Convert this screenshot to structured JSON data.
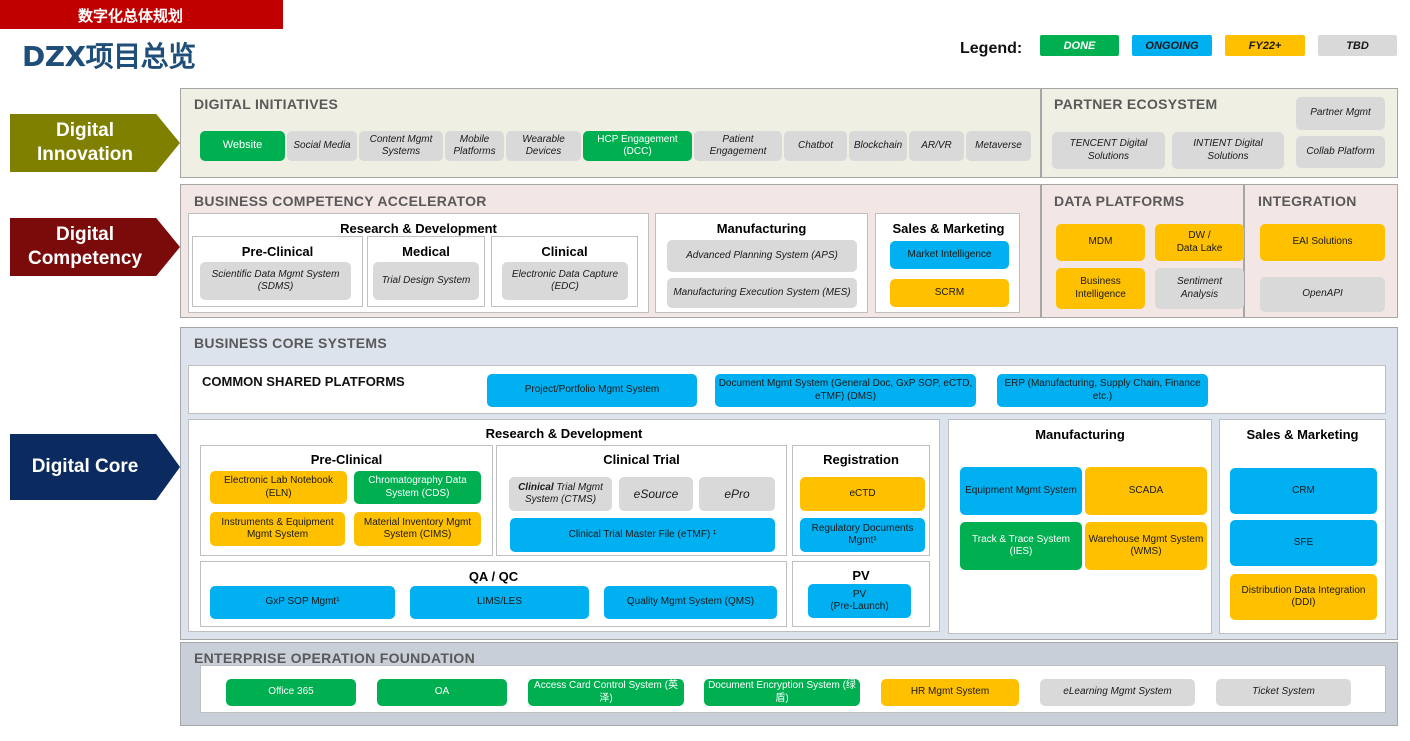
{
  "header": {
    "banner": "数字化总体规划",
    "title": "DZX项目总览"
  },
  "legend": {
    "label": "Legend:",
    "done": "DONE",
    "ongoing": "ONGOING",
    "fy22": "FY22+",
    "tbd": "TBD"
  },
  "colors": {
    "done": "#00b050",
    "ongoing": "#00b0f0",
    "fy22": "#ffc000",
    "tbd": "#d9d9d9",
    "innovation": "#7f7f00",
    "competency": "#7b0a0a",
    "core": "#0a2a60"
  },
  "arrows": {
    "innovation": "Digital\nInnovation",
    "competency": "Digital\nCompetency",
    "core": "Digital Core"
  },
  "initiatives": {
    "title": "DIGITAL INITIATIVES",
    "items": [
      "Website",
      "Social Media",
      "Content Mgmt Systems",
      "Mobile Platforms",
      "Wearable Devices",
      "HCP Engagement (DCC)",
      "Patient Engagement",
      "Chatbot",
      "Blockchain",
      "AR/VR",
      "Metaverse"
    ]
  },
  "partner": {
    "title": "PARTNER ECOSYSTEM",
    "tencent": "TENCENT Digital Solutions",
    "intient": "INTIENT Digital Solutions",
    "partner_mgmt": "Partner Mgmt",
    "collab": "Collab Platform"
  },
  "bca": {
    "title": "BUSINESS COMPETENCY ACCELERATOR",
    "rd": "Research & Development",
    "preclinical": "Pre-Clinical",
    "sdms": "Scientific Data Mgmt System (SDMS)",
    "medical": "Medical",
    "tds": "Trial  Design System",
    "clinical": "Clinical",
    "edc": "Electronic Data Capture (EDC)",
    "manufacturing": "Manufacturing",
    "aps": "Advanced Planning System (APS)",
    "mes": "Manufacturing Execution System (MES)",
    "sales": "Sales & Marketing",
    "mi": "Market Intelligence",
    "scrm": "SCRM"
  },
  "dataplat": {
    "title": "DATA PLATFORMS",
    "mdm": "MDM",
    "dw": "DW /\nData Lake",
    "bi": "Business Intelligence",
    "sa": "Sentiment Analysis"
  },
  "integration": {
    "title": "INTEGRATION",
    "eai": "EAI Solutions",
    "openapi": "OpenAPI"
  },
  "core": {
    "title": "BUSINESS CORE SYSTEMS",
    "csp": "COMMON SHARED PLATFORMS",
    "ppm": "Project/Portfolio Mgmt System",
    "dms": "Document Mgmt System (General Doc, GxP SOP, eCTD, eTMF) (DMS)",
    "erp": "ERP (Manufacturing, Supply Chain, Finance etc.)",
    "rd": "Research & Development",
    "preclinical": "Pre-Clinical",
    "eln": "Electronic Lab Notebook (ELN)",
    "cds": "Chromatography Data System (CDS)",
    "iems": "Instruments & Equipment Mgmt System",
    "cims": "Material Inventory Mgmt System (CIMS)",
    "clinical_trial": "Clinical Trial",
    "ctms_b": "Clinical",
    "ctms_r": " Trial Mgmt System (CTMS)",
    "esource": "eSource",
    "epro": "ePro",
    "etmf": "Clinical Trial Master File (eTMF) ¹",
    "registration": "Registration",
    "ectd": "eCTD",
    "rdm": "Regulatory Documents Mgmt¹",
    "qaqc": "QA / QC",
    "gxp": "GxP SOP Mgmt¹",
    "lims": "LIMS/LES",
    "qms": "Quality Mgmt System (QMS)",
    "pv": "PV",
    "pv_pre": "PV\n(Pre-Launch)",
    "manufacturing": "Manufacturing",
    "ems": "Equipment Mgmt System",
    "scada": "SCADA",
    "ies": "Track & Trace System (IES)",
    "wms": "Warehouse Mgmt System (WMS)",
    "sm": "Sales & Marketing",
    "crm": "CRM",
    "sfe": "SFE",
    "ddi": "Distribution Data Integration (DDI)"
  },
  "eof": {
    "title": "ENTERPRISE OPERATION FOUNDATION",
    "o365": "Office 365",
    "oa": "OA",
    "acc": "Access Card Control System (英泽)",
    "enc": "Document Encryption System (绿盾)",
    "hr": "HR Mgmt System",
    "elearn": "eLearning Mgmt System",
    "ticket": "Ticket System"
  }
}
